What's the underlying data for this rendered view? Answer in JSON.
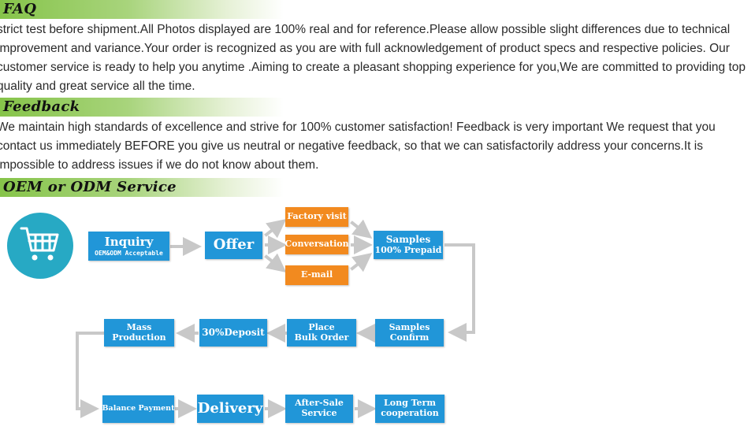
{
  "faq": {
    "title": "FAQ",
    "lines": [
      "strict test before shipment.All Photos displayed are 100% real and for reference.Please allow possible slight differences due to technical",
      "improvement and variance.Your order is recognized as you are with full acknowledgement of product specs and respective policies. Our",
      "customer service is ready to help you anytime .Aiming to create a pleasant shopping experience for you,We are committed to providing top",
      "quality and great service all the time."
    ]
  },
  "feedback": {
    "title": "Feedback",
    "lines": [
      "We maintain high standards of excellence and strive for 100% customer satisfaction! Feedback is very important We request that you",
      "contact us immediately BEFORE you give us neutral or negative feedback, so that we can satisfactorily address your concerns.It is",
      "impossible to address issues if we do not know about them."
    ]
  },
  "oem": {
    "title": "OEM or ODM Service",
    "icon": "shopping-cart-icon",
    "colors": {
      "blue": "#2196d8",
      "orange": "#f28a1f",
      "cart_circle": "#27a9c4",
      "arrow": "#c8c8c8"
    },
    "flow": {
      "inquiry": {
        "title": "Inquiry",
        "sub": "OEM&ODM Acceptable"
      },
      "offer": "Offer",
      "factory_visit": "Factory visit",
      "conversation": "Conversation",
      "email": "E-mail",
      "samples_prepaid": {
        "line1": "Samples",
        "line2": "100% Prepaid"
      },
      "samples_confirm": {
        "line1": "Samples",
        "line2": "Confirm"
      },
      "place_bulk_order": {
        "line1": "Place",
        "line2": "Bulk Order"
      },
      "deposit": "30%Deposit",
      "mass_production": {
        "line1": "Mass",
        "line2": "Production"
      },
      "balance_payment": "Balance Payment",
      "delivery": "Delivery",
      "after_sale": {
        "line1": "After-Sale",
        "line2": "Service"
      },
      "long_term": {
        "line1": "Long Term",
        "line2": "cooperation"
      }
    }
  }
}
